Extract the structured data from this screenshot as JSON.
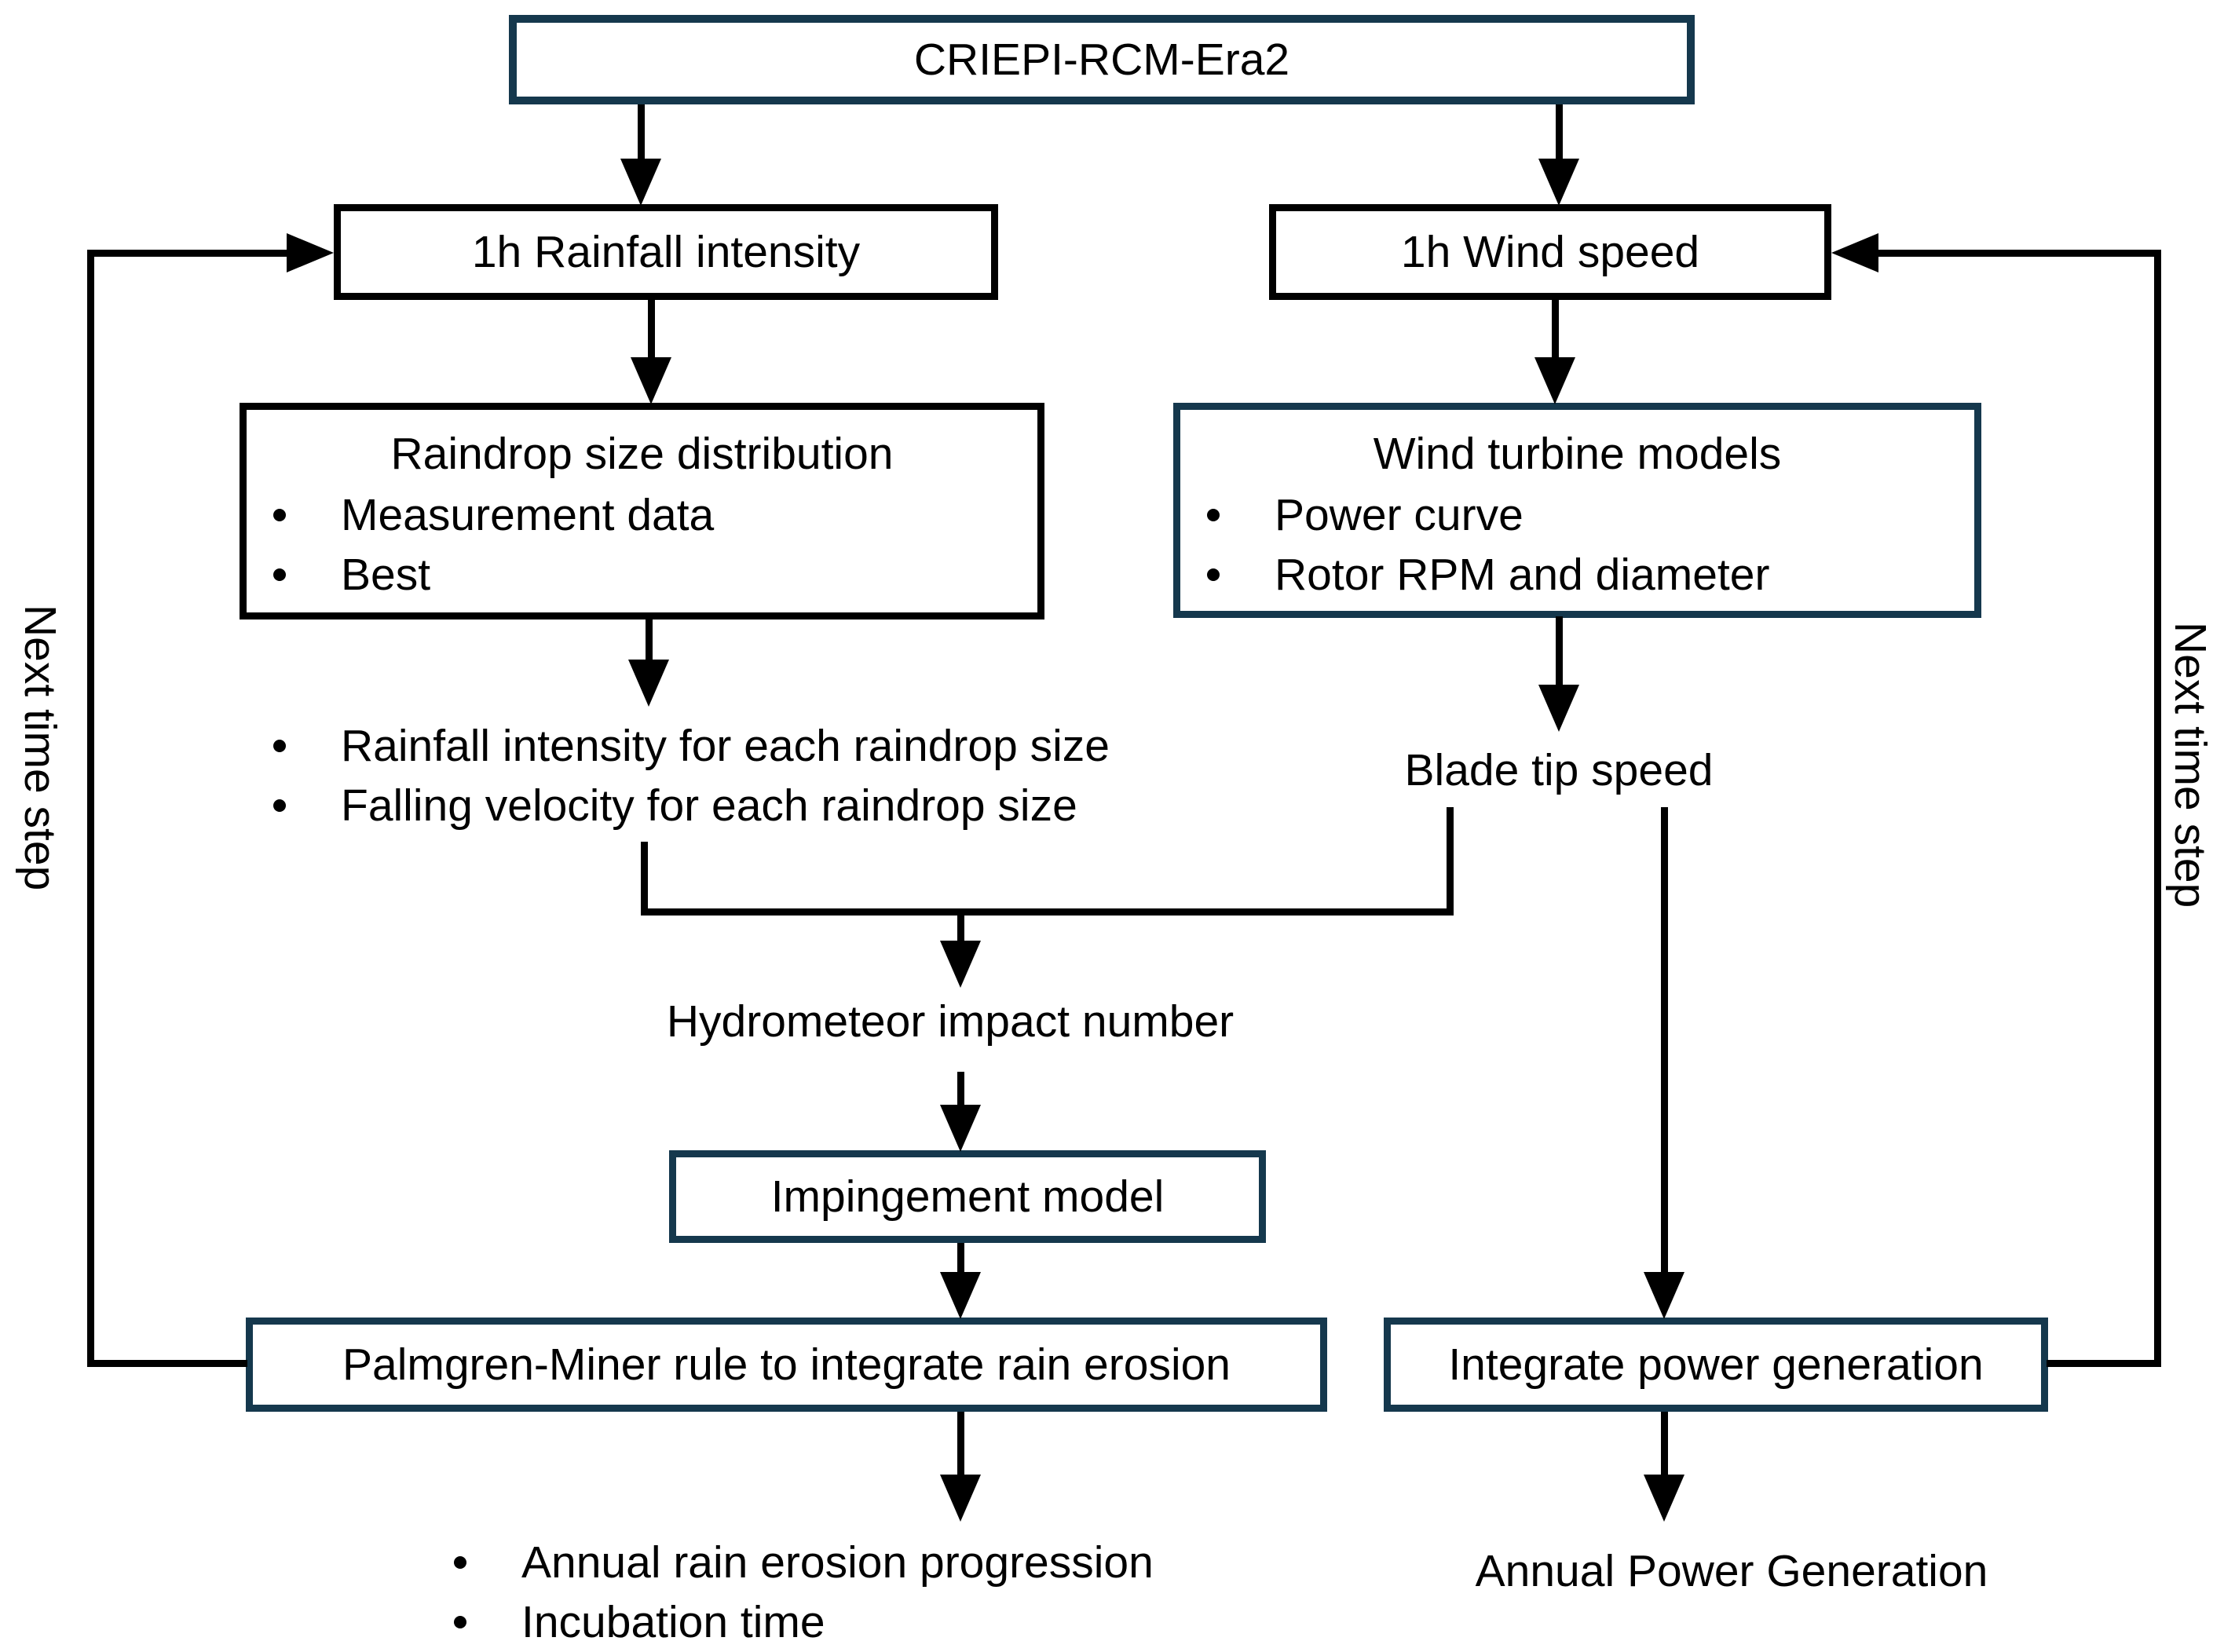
{
  "diagram": {
    "top_box": {
      "label": "CRIEPI-RCM-Era2"
    },
    "rainfall_box": {
      "label": "1h Rainfall intensity"
    },
    "windspeed_box": {
      "label": "1h Wind speed"
    },
    "raindrop_box": {
      "title": "Raindrop size distribution",
      "bullets": [
        "Measurement data",
        "Best"
      ]
    },
    "turbine_box": {
      "title": "Wind turbine models",
      "bullets": [
        "Power curve",
        "Rotor RPM and diameter"
      ]
    },
    "mid_bullets": {
      "items": [
        "Rainfall intensity for each raindrop size",
        "Falling velocity for each raindrop size"
      ]
    },
    "blade_tip_label": "Blade tip speed",
    "hydrometeor_label": "Hydrometeor impact number",
    "impingement_box": {
      "label": "Impingement model"
    },
    "palmgren_box": {
      "label": "Palmgren-Miner rule to integrate rain erosion"
    },
    "power_box": {
      "label": "Integrate power generation"
    },
    "output_bullets": {
      "items": [
        "Annual rain erosion progression",
        "Incubation time"
      ]
    },
    "annual_power_label": "Annual Power Generation",
    "next_time_step_left": "Next time step",
    "next_time_step_right": "Next time step",
    "colors": {
      "navy_border": "#15384D",
      "black_border": "#000000",
      "background": "#FFFFFF",
      "text": "#000000"
    }
  }
}
